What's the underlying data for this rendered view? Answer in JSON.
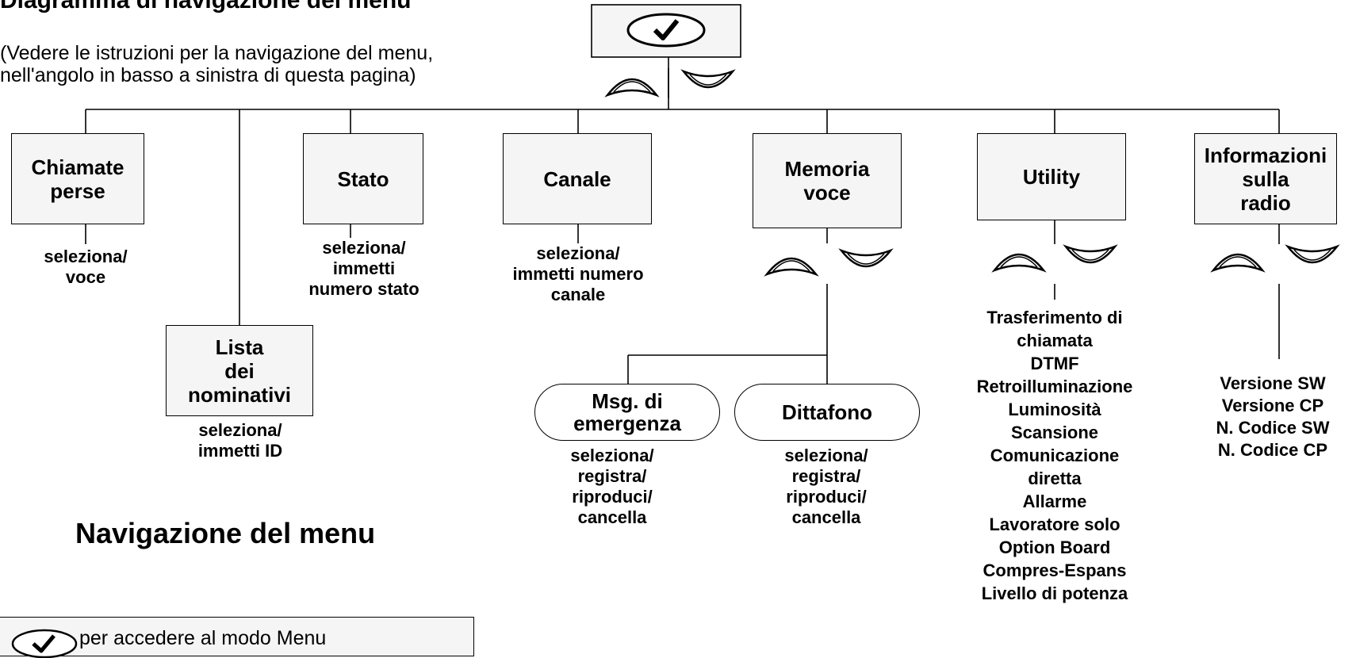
{
  "header": {
    "title": "Diagramma di navigazione del menu",
    "subtitle_line1": "(Vedere le istruzioni per la navigazione del menu,",
    "subtitle_line2": "nell'angolo in basso a sinistra di questa pagina)"
  },
  "root": {
    "icon": "check-button-icon"
  },
  "menu": {
    "chiamate_perse": {
      "label": "Chiamate\nperse",
      "sub": "seleziona/\nvoce"
    },
    "lista": {
      "label": "Lista\ndei\nnominativi",
      "sub": "seleziona/\nimmetti ID"
    },
    "stato": {
      "label": "Stato",
      "sub": "seleziona/\nimmetti\nnumero stato"
    },
    "canale": {
      "label": "Canale",
      "sub": "seleziona/\nimmetti numero\ncanale"
    },
    "memoria": {
      "label": "Memoria\nvoce"
    },
    "msg": {
      "label": "Msg. di\nemergenza",
      "sub": "seleziona/\nregistra/\nriproduci/\ncancella"
    },
    "dittafono": {
      "label": "Dittafono",
      "sub": "seleziona/\nregistra/\nriproduci/\ncancella"
    },
    "utility": {
      "label": "Utility",
      "items": [
        "Trasferimento di",
        "chiamata",
        "DTMF",
        "Retroilluminazione",
        "Luminosità",
        "Scansione",
        "Comunicazione",
        "diretta",
        "Allarme",
        "Lavoratore solo",
        "Option Board",
        "Compres-Espans",
        "Livello di potenza"
      ]
    },
    "info": {
      "label": "Informazioni\nsulla\nradio",
      "items": [
        "Versione SW",
        "Versione CP",
        "N. Codice SW",
        "N. Codice CP"
      ]
    }
  },
  "navigation": {
    "title": "Navigazione del menu",
    "check_text": "per accedere al modo Menu"
  }
}
